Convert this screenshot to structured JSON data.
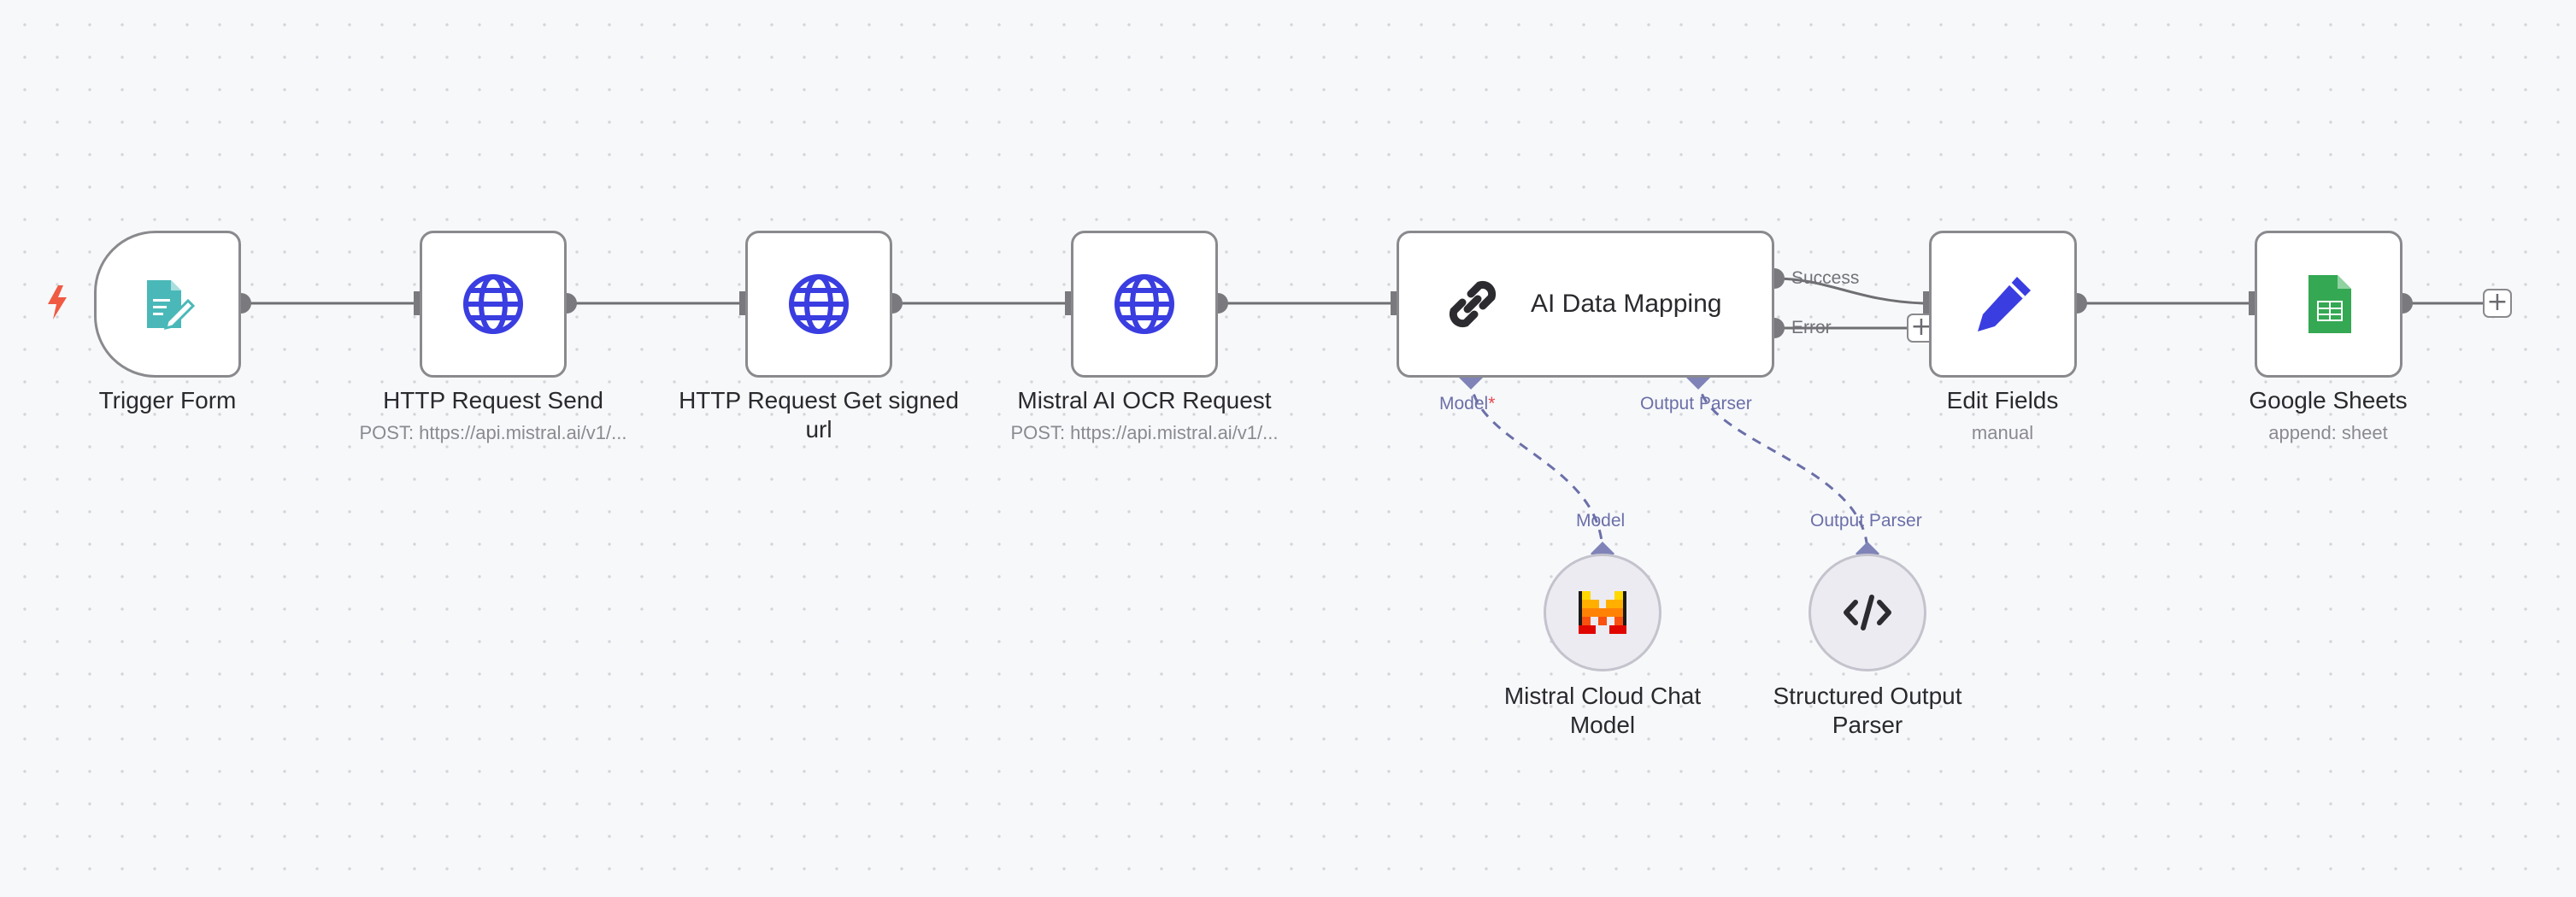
{
  "canvas": {
    "colors": {
      "background": "#f7f8fa",
      "node_border": "#8a8a8e",
      "connection": "#6f6f73",
      "ai_connection": "#6b6fa8",
      "trigger_icon": "#4ab8b8",
      "http_icon": "#3a3de0",
      "edit_icon": "#3a3de0",
      "sheets_icon": "#34a853",
      "bolt": "#f05a43"
    }
  },
  "nodes": {
    "trigger_form": {
      "title": "Trigger Form",
      "icon": "form-icon"
    },
    "http_send": {
      "title": "HTTP Request Send",
      "subtitle": "POST: https://api.mistral.ai/v1/...",
      "icon": "globe-icon"
    },
    "http_get_signed": {
      "title": "HTTP Request Get signed url",
      "icon": "globe-icon"
    },
    "mistral_ocr": {
      "title": "Mistral AI OCR Request",
      "subtitle": "POST: https://api.mistral.ai/v1/...",
      "icon": "globe-icon"
    },
    "ai_mapping": {
      "title": "AI Data Mapping",
      "icon": "link-icon",
      "outputs": {
        "success": "Success",
        "error": "Error"
      },
      "inputs": {
        "model": "Model",
        "model_required": "*",
        "output_parser": "Output Parser"
      }
    },
    "edit_fields": {
      "title": "Edit Fields",
      "subtitle": "manual",
      "icon": "pencil-icon"
    },
    "google_sheets": {
      "title": "Google Sheets",
      "subtitle": "append: sheet",
      "icon": "sheets-icon"
    },
    "mistral_chat": {
      "title": "Mistral Cloud Chat Model",
      "port_label": "Model",
      "icon": "mistral-icon"
    },
    "output_parser": {
      "title": "Structured Output Parser",
      "port_label": "Output Parser",
      "icon": "code-icon"
    }
  }
}
